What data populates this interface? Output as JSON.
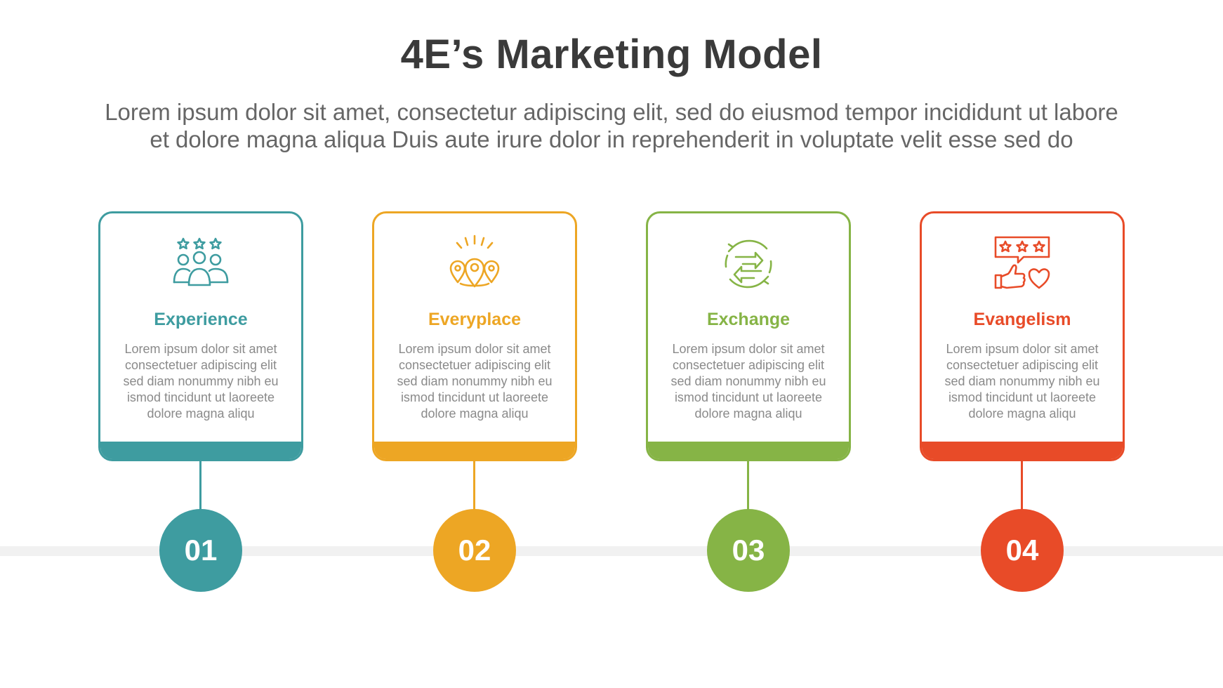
{
  "title": "4E’s Marketing Model",
  "subtitle": {
    "line1": "Lorem ipsum dolor sit amet, consectetur adipiscing elit, sed do eiusmod tempor incididunt ut labore",
    "line2": "et dolore magna aliqua Duis aute irure dolor in reprehenderit in voluptate velit esse sed do"
  },
  "steps": [
    {
      "number": "01",
      "title": "Experience",
      "icon": "people-rating-icon",
      "color": "#3e9ca0",
      "description": [
        "Lorem ipsum dolor sit amet",
        "consectetuer adipiscing elit",
        "sed diam nonummy nibh eu",
        "ismod tincidunt ut laoreete",
        "dolore magna aliqu"
      ]
    },
    {
      "number": "02",
      "title": "Everyplace",
      "icon": "location-pins-icon",
      "color": "#eda624",
      "description": [
        "Lorem ipsum dolor sit amet",
        "consectetuer adipiscing elit",
        "sed diam nonummy nibh eu",
        "ismod tincidunt ut laoreete",
        "dolore magna aliqu"
      ]
    },
    {
      "number": "03",
      "title": "Exchange",
      "icon": "exchange-arrows-icon",
      "color": "#86b446",
      "description": [
        "Lorem ipsum dolor sit amet",
        "consectetuer adipiscing elit",
        "sed diam nonummy nibh eu",
        "ismod tincidunt ut laoreete",
        "dolore magna aliqu"
      ]
    },
    {
      "number": "04",
      "title": "Evangelism",
      "icon": "review-like-heart-icon",
      "color": "#e84b28",
      "description": [
        "Lorem ipsum dolor sit amet",
        "consectetuer adipiscing elit",
        "sed diam nonummy nibh eu",
        "ismod tincidunt ut laoreete",
        "dolore magna aliqu"
      ]
    }
  ]
}
